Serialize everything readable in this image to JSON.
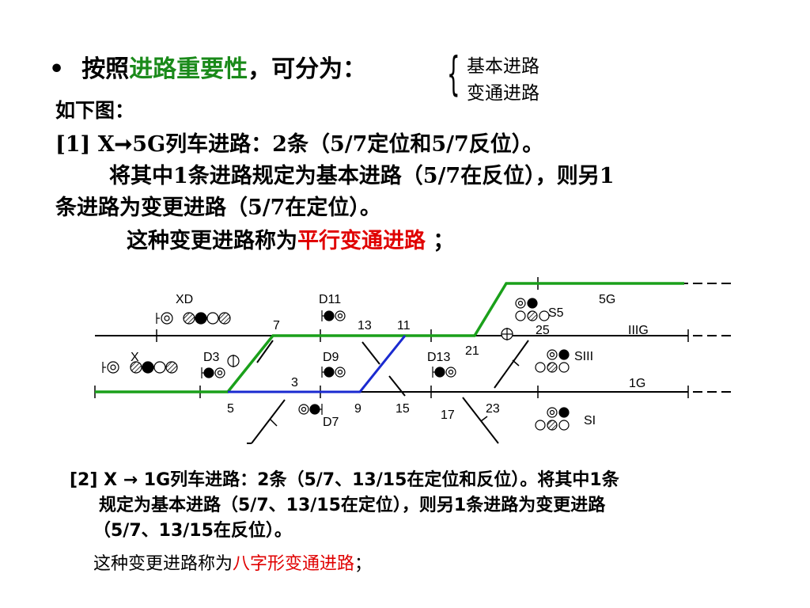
{
  "colors": {
    "keyword_green": "#1a8a1a",
    "keyword_red": "#e00000",
    "track_green": "#1aa01a",
    "track_blue": "#1a2ad0"
  },
  "heading": {
    "bullet": "•",
    "prefix": "按照",
    "keyword": "进路重要性",
    "suffix": "，可分为：",
    "options": [
      "基本进路",
      "变通进路"
    ]
  },
  "para1": {
    "intro": "如下图：",
    "line1": "[1] X➞5G列车进路：2条（5/7定位和5/7反位）。",
    "line2": "将其中1条进路规定为基本进路（5/7在反位），则另1",
    "line3": "条进路为变更进路（5/7在定位）。",
    "line4_prefix": "这种变更进路称为",
    "line4_keyword": "平行变通进路",
    "line4_suffix": " ；"
  },
  "diagram_labels": {
    "signals": [
      "XD",
      "X",
      "D3",
      "D11",
      "D9",
      "D7",
      "D13",
      "S5",
      "SIII",
      "SI"
    ],
    "tracks": [
      "5G",
      "IIIG",
      "1G"
    ],
    "switches": [
      "7",
      "3",
      "5",
      "13",
      "11",
      "9",
      "15",
      "21",
      "17",
      "23",
      "25"
    ]
  },
  "para2": {
    "line1": "[2] X → 1G列车进路：2条（5/7、13/15在定位和反位）。将其中1条",
    "line2": "规定为基本进路（5/7、13/15在定位），则另1条进路为变更进路",
    "line3": "（5/7、13/15在反位）。",
    "line4_prefix": "这种变更进路称为",
    "line4_keyword": "八字形变通进路",
    "line4_suffix": "；"
  }
}
